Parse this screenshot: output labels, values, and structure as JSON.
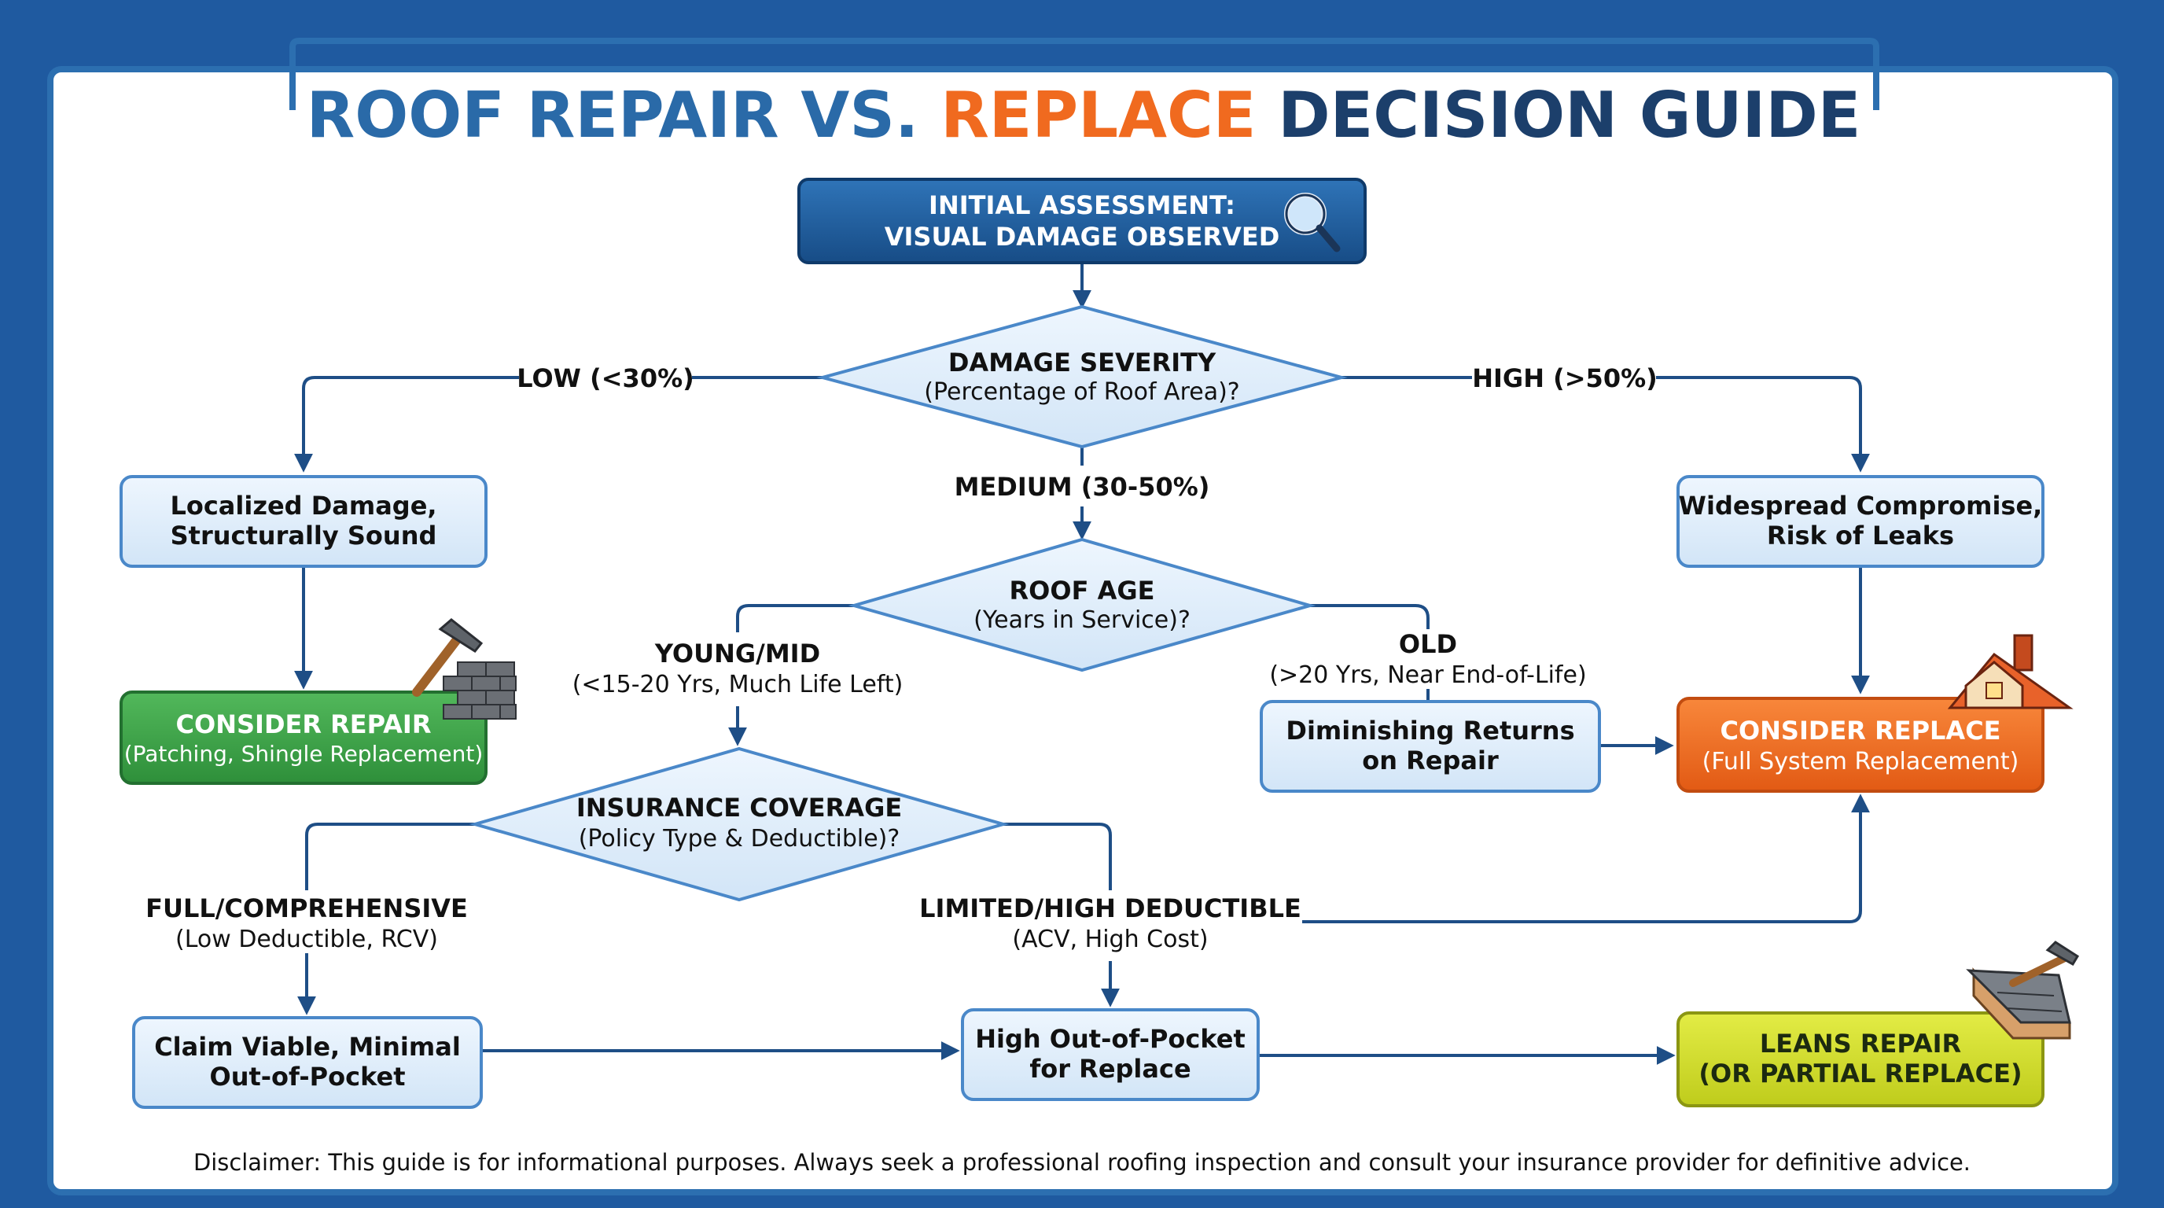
{
  "title": {
    "part1": "ROOF REPAIR VS.",
    "part2": "REPLACE",
    "part3": "DECISION GUIDE"
  },
  "colors": {
    "title_blue": "#2a6aa8",
    "title_orange": "#f06a1f",
    "title_dark": "#1c3f6b",
    "start_box": "#1f5c9e",
    "node_fill": "#e1eefb",
    "node_border": "#4a88c9",
    "repair_green": "#3fa84a",
    "replace_orange": "#f06a1f",
    "leans_yellow": "#d4df2a",
    "line": "#1e4e86"
  },
  "nodes": {
    "start": {
      "line1": "INITIAL ASSESSMENT:",
      "line2": "VISUAL DAMAGE OBSERVED",
      "icon": "magnifier-icon"
    },
    "severity": {
      "line1": "DAMAGE SEVERITY",
      "line2": "(Percentage of Roof Area)?"
    },
    "age": {
      "line1": "ROOF AGE",
      "line2": "(Years in Service)?"
    },
    "insurance": {
      "line1": "INSURANCE COVERAGE",
      "line2": "(Policy Type & Deductible)?"
    },
    "localized": {
      "line1": "Localized Damage,",
      "line2": "Structurally Sound"
    },
    "widespread": {
      "line1": "Widespread Compromise,",
      "line2": "Risk of Leaks"
    },
    "consider_repair": {
      "line1": "CONSIDER REPAIR",
      "line2": "(Patching, Shingle Replacement)",
      "icon": "hammer-brick-icon"
    },
    "consider_replace": {
      "line1": "CONSIDER REPLACE",
      "line2": "(Full System Replacement)",
      "icon": "house-roof-icon"
    },
    "diminishing": {
      "line1": "Diminishing Returns",
      "line2": "on Repair"
    },
    "claim_viable": {
      "line1": "Claim Viable, Minimal",
      "line2": "Out-of-Pocket"
    },
    "high_oop": {
      "line1": "High Out-of-Pocket",
      "line2": "for Replace"
    },
    "leans_repair": {
      "line1": "LEANS REPAIR",
      "line2": "(OR PARTIAL REPLACE)",
      "icon": "roof-hammer-icon"
    }
  },
  "labels": {
    "low": "LOW (<30%)",
    "high": "HIGH (>50%)",
    "medium": "MEDIUM (30-50%)",
    "young_title": "YOUNG/MID",
    "young_sub": "(<15-20 Yrs, Much Life Left)",
    "old_title": "OLD",
    "old_sub": "(>20 Yrs, Near End-of-Life)",
    "full_title": "FULL/COMPREHENSIVE",
    "full_sub": "(Low Deductible, RCV)",
    "limited_title": "LIMITED/HIGH DEDUCTIBLE",
    "limited_sub": "(ACV, High Cost)"
  },
  "disclaimer": "Disclaimer: This guide is for informational purposes. Always seek a professional roofing inspection and consult your insurance provider for definitive advice."
}
